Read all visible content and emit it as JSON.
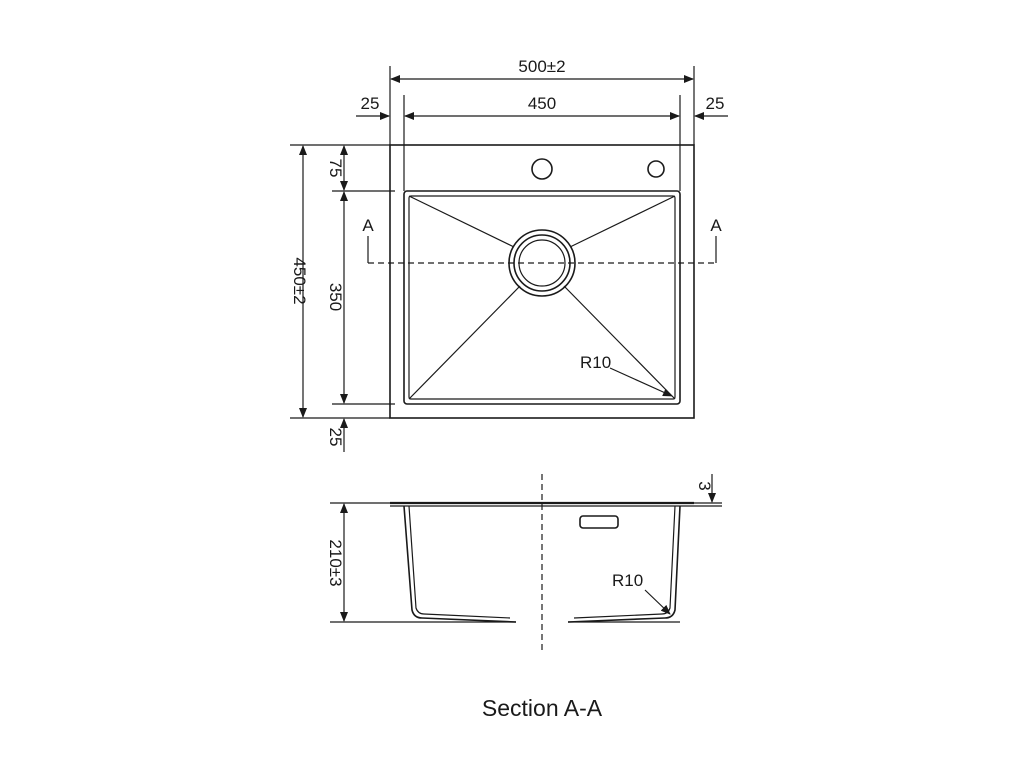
{
  "plan_view": {
    "overall_width": "500±2",
    "bowl_width": "450",
    "left_flange": "25",
    "right_flange": "25",
    "overall_depth": "450±2",
    "top_flange": "75",
    "bowl_depth": "350",
    "bottom_flange": "25",
    "section_mark_left": "A",
    "section_mark_right": "A",
    "corner_radius": "R10"
  },
  "section_view": {
    "depth": "210±3",
    "rim_thickness": "3",
    "corner_radius": "R10",
    "caption": "Section A-A"
  },
  "colors": {
    "line": "#1a1a1a",
    "background": "#ffffff"
  }
}
